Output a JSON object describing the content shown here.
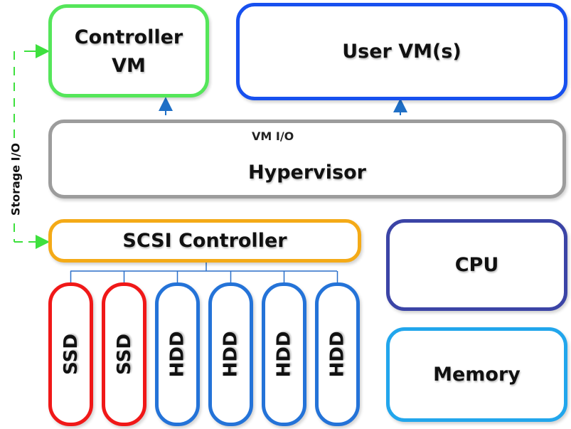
{
  "diagram": {
    "nodes": {
      "controller_vm": {
        "line1": "Controller",
        "line2": "VM",
        "color": "#55e65a"
      },
      "user_vm": {
        "label": "User VM(s)",
        "color": "#1750ef"
      },
      "hypervisor": {
        "label": "Hypervisor",
        "color": "#9c9c9c"
      },
      "scsi_controller": {
        "label": "SCSI Controller",
        "color": "#f4aa17"
      },
      "cpu": {
        "label": "CPU",
        "color": "#3b44a6"
      },
      "memory": {
        "label": "Memory",
        "color": "#22a6ec"
      }
    },
    "drives": [
      {
        "label": "SSD",
        "type": "ssd",
        "color": "#f01818"
      },
      {
        "label": "SSD",
        "type": "ssd",
        "color": "#f01818"
      },
      {
        "label": "HDD",
        "type": "hdd",
        "color": "#2473d8"
      },
      {
        "label": "HDD",
        "type": "hdd",
        "color": "#2473d8"
      },
      {
        "label": "HDD",
        "type": "hdd",
        "color": "#2473d8"
      },
      {
        "label": "HDD",
        "type": "hdd",
        "color": "#2473d8"
      }
    ],
    "edges": {
      "vm_io": {
        "label": "VM I/O",
        "from": "hypervisor",
        "to": [
          "controller_vm",
          "user_vm"
        ],
        "style": "dashed",
        "color": "#1f6fc6"
      },
      "storage_io": {
        "label": "Storage I/O",
        "from": "scsi_controller",
        "to": "controller_vm",
        "style": "dashed",
        "color": "#3ee03e"
      },
      "scsi_bus": {
        "from": "scsi_controller",
        "to": "drives",
        "color": "#2a6fc9"
      }
    }
  }
}
